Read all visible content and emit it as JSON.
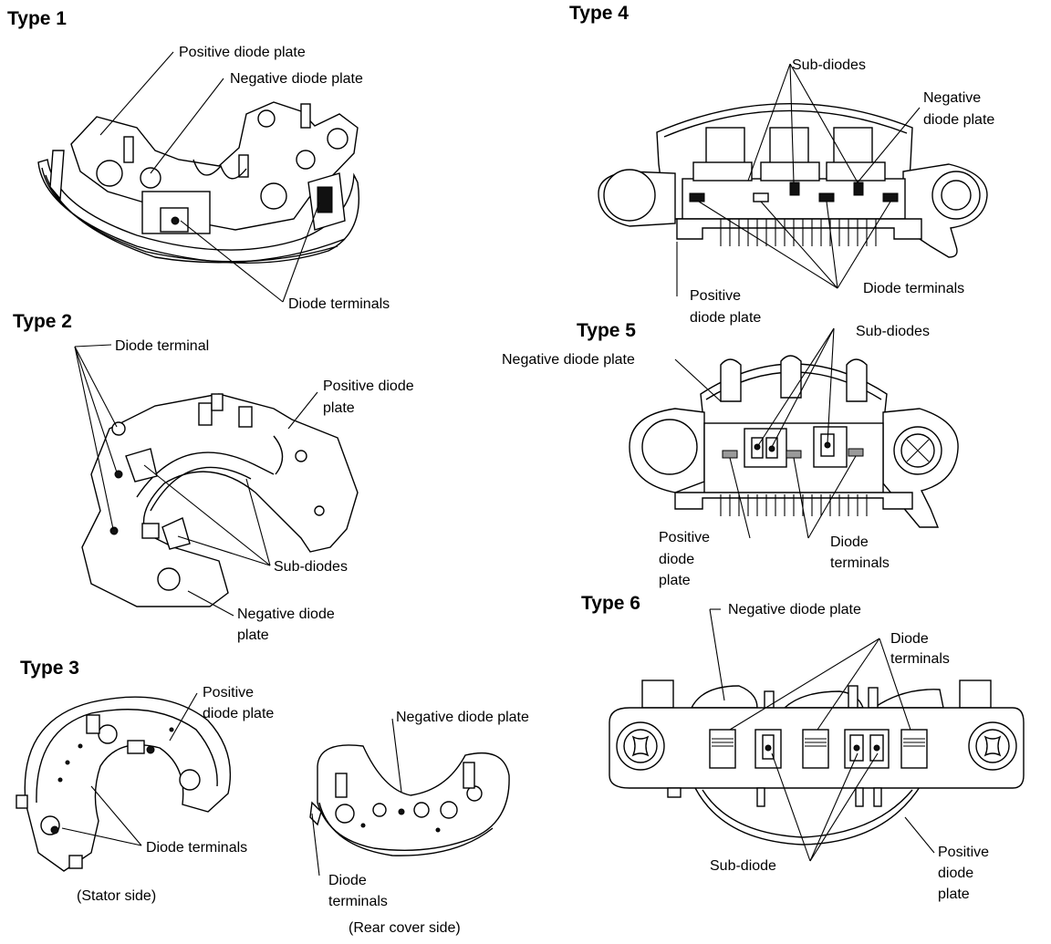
{
  "types": {
    "type1": {
      "title": "Type 1",
      "labels": {
        "positive_plate": "Positive diode plate",
        "negative_plate": "Negative diode plate",
        "diode_terminals": "Diode terminals"
      }
    },
    "type2": {
      "title": "Type 2",
      "labels": {
        "diode_terminal": "Diode terminal",
        "positive_plate_1": "Positive diode",
        "positive_plate_2": "plate",
        "sub_diodes": "Sub-diodes",
        "negative_plate_1": "Negative diode",
        "negative_plate_2": "plate"
      }
    },
    "type3": {
      "title": "Type 3",
      "labels": {
        "positive_plate_1": "Positive",
        "positive_plate_2": "diode plate",
        "diode_terminals": "Diode terminals",
        "stator_side": "(Stator side)",
        "negative_plate": "Negative diode plate",
        "diode_terminals_1": "Diode",
        "diode_terminals_2": "terminals",
        "rear_cover_side": "(Rear cover side)"
      }
    },
    "type4": {
      "title": "Type 4",
      "labels": {
        "sub_diodes": "Sub-diodes",
        "negative_plate_1": "Negative",
        "negative_plate_2": "diode plate",
        "positive_plate_1": "Positive",
        "positive_plate_2": "diode plate",
        "diode_terminals": "Diode terminals"
      }
    },
    "type5": {
      "title": "Type 5",
      "labels": {
        "sub_diodes": "Sub-diodes",
        "negative_plate": "Negative diode plate",
        "positive_plate_1": "Positive",
        "positive_plate_2": "diode",
        "positive_plate_3": "plate",
        "diode_terminals_1": "Diode",
        "diode_terminals_2": "terminals"
      }
    },
    "type6": {
      "title": "Type 6",
      "labels": {
        "negative_plate": "Negative diode plate",
        "diode_terminals_1": "Diode",
        "diode_terminals_2": "terminals",
        "sub_diode": "Sub-diode",
        "positive_plate_1": "Positive",
        "positive_plate_2": "diode",
        "positive_plate_3": "plate"
      }
    }
  }
}
